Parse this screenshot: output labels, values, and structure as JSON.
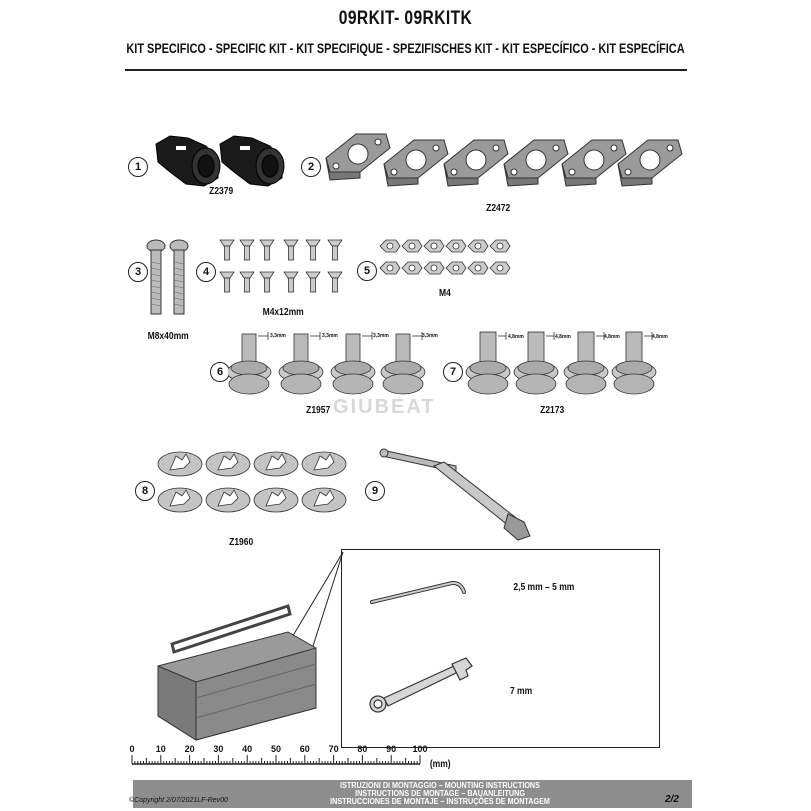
{
  "header": {
    "title": "09RKIT- 09RKITK",
    "subtitle": "KIT SPECIFICO - SPECIFIC KIT - KIT SPECIFIQUE - SPEZIFISCHES KIT - KIT ESPECÍFICO - KIT ESPECÍFICA"
  },
  "parts": [
    {
      "num": "1",
      "code": "Z2379"
    },
    {
      "num": "2",
      "code": "Z2472"
    },
    {
      "num": "3",
      "code": "M8x40mm"
    },
    {
      "num": "4",
      "code": "M4x12mm"
    },
    {
      "num": "5",
      "code": "M4"
    },
    {
      "num": "6",
      "code": "Z1957"
    },
    {
      "num": "7",
      "code": "Z2173"
    },
    {
      "num": "8",
      "code": "Z1960"
    },
    {
      "num": "9",
      "code": ""
    }
  ],
  "dimensions": {
    "z1957": [
      "3,3mm",
      "3,3mm",
      "3,3mm",
      "3,3mm"
    ],
    "z2173": [
      "4,8mm",
      "4,8mm",
      "4,8mm",
      "4,8mm"
    ]
  },
  "watermark": "GIUBEAT",
  "tools": {
    "hex_key": "2,5 mm – 5 mm",
    "wrench": "7 mm"
  },
  "ruler": {
    "labels": [
      "0",
      "10",
      "20",
      "30",
      "40",
      "50",
      "60",
      "70",
      "80",
      "90",
      "100"
    ],
    "unit": "(mm)"
  },
  "footer": {
    "line1": "ISTRUZIONI DI MONTAGGIO  –  MOUNTING INSTRUCTIONS",
    "line2": "INSTRUCTIONS DE MONTAGE – BAUANLEITUNG",
    "line3": "INSTRUCCIONES DE MONTAJE – INSTRUÇÕES DE MONTAGEM",
    "copyright": "©Copyright 2/07/2021LF-Rev00",
    "page": "2/2"
  }
}
